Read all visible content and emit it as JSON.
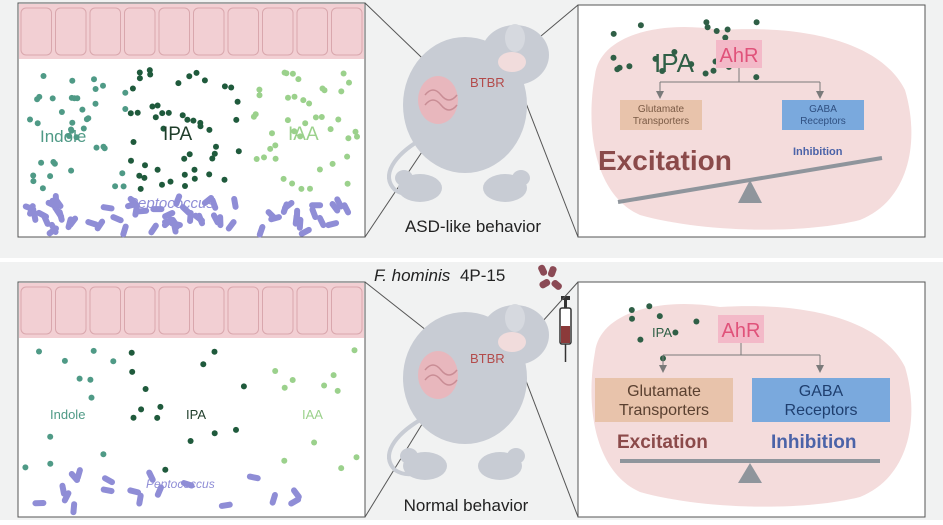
{
  "colors": {
    "panel_bg": "#f1f2f2",
    "epithelium": "#f2cfd3",
    "epithelium_line": "#d9a7ad",
    "indole": "#4f9a86",
    "ipa": "#1f5a3c",
    "iaa": "#9bd18c",
    "bacteria": "#8f8dd6",
    "brain_bg": "#f4dcdc",
    "ahr_box": "#f3b9c8",
    "ahr_text": "#e0527a",
    "glut_box": "#e8c3ab",
    "gaba_box": "#7aa9dd",
    "excitation": "#8b4a4a",
    "inhibition": "#4b63a8",
    "mouse": "#c8ccd4",
    "seesaw": "#8f959c"
  },
  "top": {
    "indole_label": "Indole",
    "ipa_label": "IPA",
    "iaa_label": "IAA",
    "peptococcus_label": "Peptococcus",
    "mouse_label": "BTBR",
    "behavior_label": "ASD-like behavior",
    "brain": {
      "ipa_label": "IPA",
      "ahr_label": "AhR",
      "glutamate_line1": "Glutamate",
      "glutamate_line2": "Transporters",
      "gaba_line1": "GABA",
      "gaba_line2": "Receptors",
      "excitation_label": "Excitation",
      "inhibition_label": "Inhibition"
    }
  },
  "middle": {
    "treatment_species": "F. hominis",
    "treatment_strain": "4P-15"
  },
  "bottom": {
    "indole_label": "Indole",
    "ipa_label": "IPA",
    "iaa_label": "IAA",
    "peptococcus_label": "Peptococcus",
    "mouse_label": "BTBR",
    "behavior_label": "Normal behavior",
    "brain": {
      "ipa_label": "IPA",
      "ahr_label": "AhR",
      "glutamate_line1": "Glutamate",
      "glutamate_line2": "Transporters",
      "gaba_line1": "GABA",
      "gaba_line2": "Receptors",
      "excitation_label": "Excitation",
      "inhibition_label": "Inhibition"
    }
  }
}
